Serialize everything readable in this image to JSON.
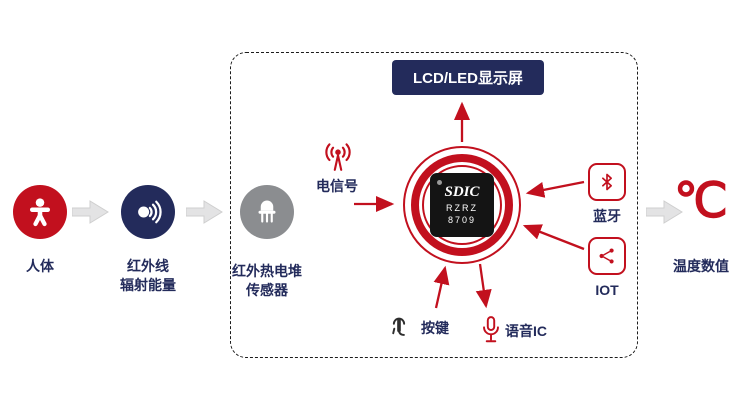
{
  "colors": {
    "red": "#C2101E",
    "navy": "#232B5B",
    "gray": "#8B8D90",
    "arrow_gray": "#E3E3E4",
    "chip_black": "#141414"
  },
  "icons": {
    "person-icon": "white human figure",
    "radiation-face-icon": "head with emission arcs",
    "thermopile-sensor-icon": "transistor can with three pins",
    "signal-broadcast-icon": "antenna with radio waves",
    "bluetooth-icon": "bluetooth rune",
    "iot-network-icon": "share network dots",
    "touch-key-icon": "finger tap",
    "microphone-icon": "microphone outline",
    "flow-arrow-icon": "gray block arrow"
  },
  "nodes": {
    "human": {
      "label": "人体"
    },
    "infrared": {
      "line1": "红外线",
      "line2": "辐射能量"
    },
    "sensor": {
      "line1": "红外热电堆",
      "line2": "传感器"
    },
    "signal": {
      "label": "电信号"
    },
    "display": {
      "label": "LCD/LED显示屏"
    },
    "chip": {
      "brand": "SDIC",
      "code1": "RZRZ",
      "code2": "8709"
    },
    "bluetooth": {
      "label": "蓝牙"
    },
    "iot": {
      "label": "IOT"
    },
    "keys": {
      "label": "按键"
    },
    "voice": {
      "label": "语音IC"
    },
    "result": {
      "symbol": "℃",
      "label": "温度数值"
    }
  }
}
